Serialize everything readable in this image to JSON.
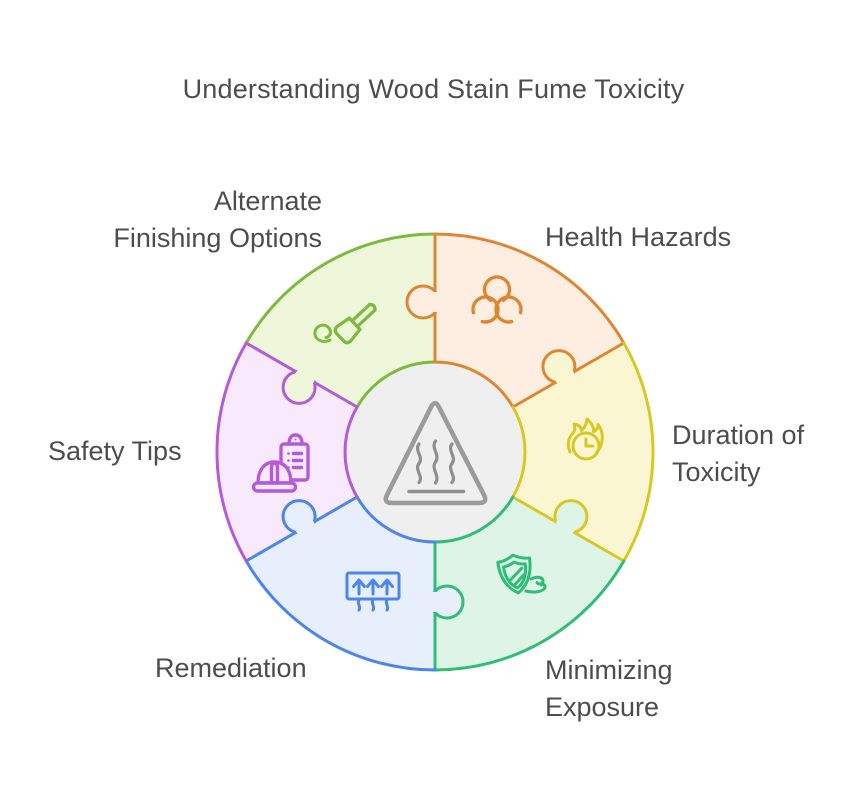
{
  "title": "Understanding Wood Stain Fume Toxicity",
  "background": "#ffffff",
  "text_color": "#4d4d4d",
  "diagram_type": "puzzle-wheel-6-segments",
  "segments": [
    {
      "name": "Alternate Finishing Options",
      "label_lines": [
        "Alternate",
        "Finishing Options"
      ],
      "icon": "paintbrush-icon",
      "fill": "#eef7da",
      "stroke": "#7fb93f",
      "position": "top-left"
    },
    {
      "name": "Health Hazards",
      "label_lines": [
        "Health Hazards"
      ],
      "icon": "biohazard-icon",
      "fill": "#fdeee1",
      "stroke": "#dd8732",
      "position": "top-right"
    },
    {
      "name": "Duration of Toxicity",
      "label_lines": [
        "Duration of",
        "Toxicity"
      ],
      "icon": "flame-clock-icon",
      "fill": "#fbf6d2",
      "stroke": "#d9c724",
      "position": "right"
    },
    {
      "name": "Minimizing Exposure",
      "label_lines": [
        "Minimizing",
        "Exposure"
      ],
      "icon": "shield-wind-icon",
      "fill": "#ddf4e6",
      "stroke": "#2fbe76",
      "position": "bottom-right"
    },
    {
      "name": "Remediation",
      "label_lines": [
        "Remediation"
      ],
      "icon": "ventilation-grille-icon",
      "fill": "#e7eefc",
      "stroke": "#4d86ea",
      "position": "bottom-left"
    },
    {
      "name": "Safety Tips",
      "label_lines": [
        "Safety Tips"
      ],
      "icon": "hard-hat-checklist-icon",
      "fill": "#f9e9fc",
      "stroke": "#b45adb",
      "position": "left"
    }
  ],
  "center": {
    "icon": "hot-fumes-warning-triangle-icon",
    "fill": "#efefef",
    "triangle_stroke": "#9b9b9b",
    "detail_stroke": "#8f8f8f"
  }
}
